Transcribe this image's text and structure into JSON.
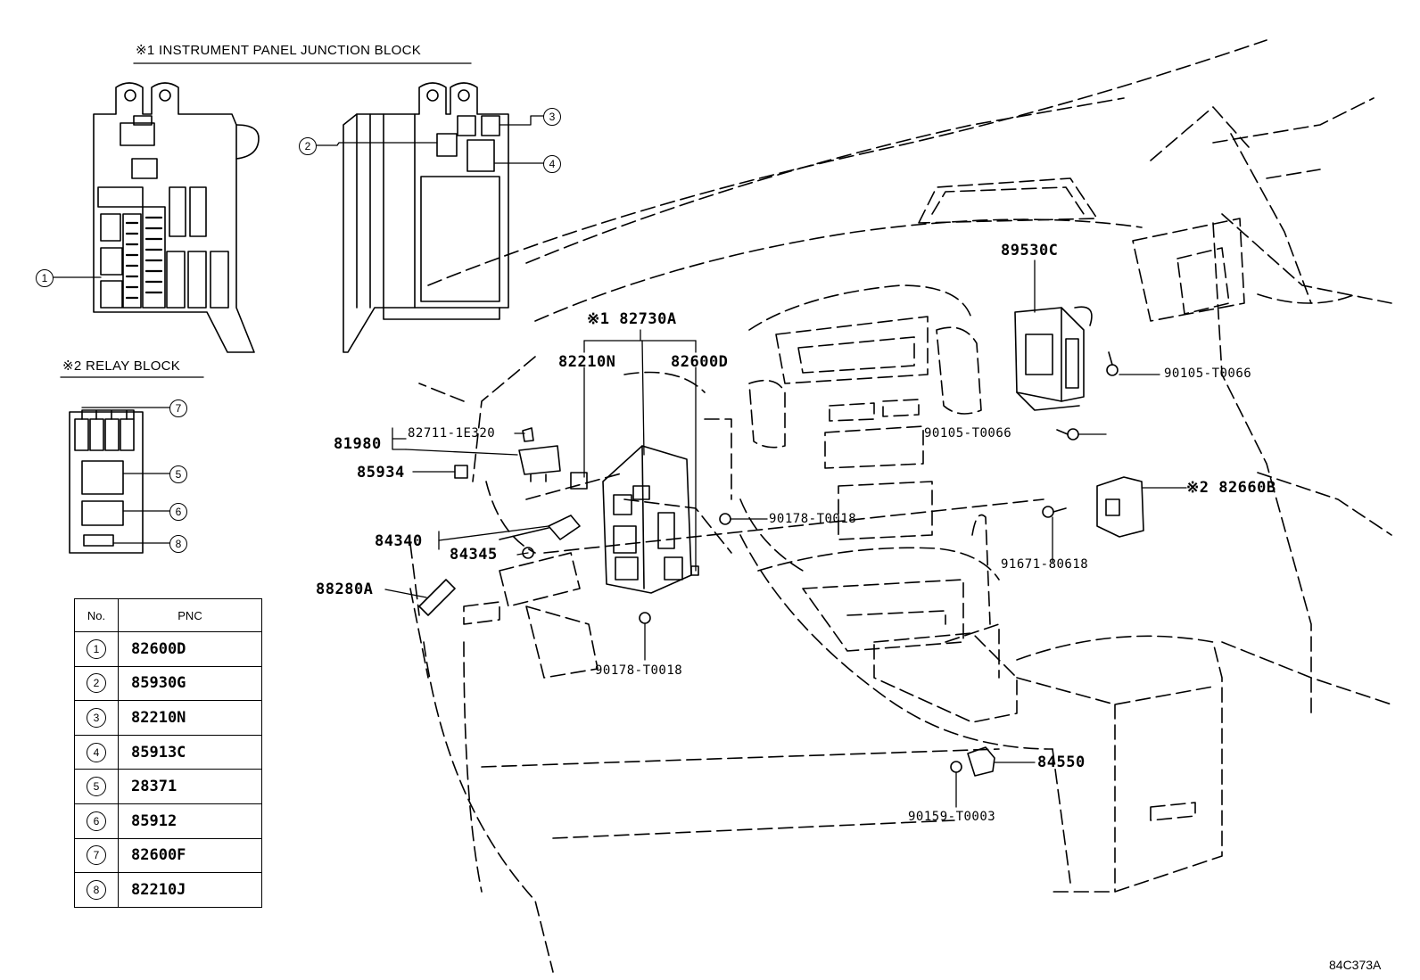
{
  "titles": {
    "junction_block": "※1 INSTRUMENT PANEL JUNCTION BLOCK",
    "relay_block": "※2 RELAY BLOCK"
  },
  "callouts": [
    "1",
    "2",
    "3",
    "4",
    "5",
    "6",
    "7",
    "8"
  ],
  "parts": {
    "p89530C": "89530C",
    "p82730A": "※1 82730A",
    "p82210N": "82210N",
    "p82600D": "82600D",
    "p82711": "82711-1E320",
    "p81980": "81980",
    "p85934": "85934",
    "p84340": "84340",
    "p84345": "84345",
    "p88280A": "88280A",
    "p90105a": "90105-T0066",
    "p90105b": "90105-T0066",
    "p90178a": "90178-T0018",
    "p90178b": "90178-T0018",
    "p82660B": "※2 82660B",
    "p91671": "91671-80618",
    "p84550": "84550",
    "p90159": "90159-T0003"
  },
  "table": {
    "header": {
      "no": "No.",
      "pnc": "PNC"
    },
    "rows": [
      {
        "no": "1",
        "pnc": "82600D"
      },
      {
        "no": "2",
        "pnc": "85930G"
      },
      {
        "no": "3",
        "pnc": "82210N"
      },
      {
        "no": "4",
        "pnc": "85913C"
      },
      {
        "no": "5",
        "pnc": "28371"
      },
      {
        "no": "6",
        "pnc": "85912"
      },
      {
        "no": "7",
        "pnc": "82600F"
      },
      {
        "no": "8",
        "pnc": "82210J"
      }
    ]
  },
  "footer_code": "84C373A"
}
